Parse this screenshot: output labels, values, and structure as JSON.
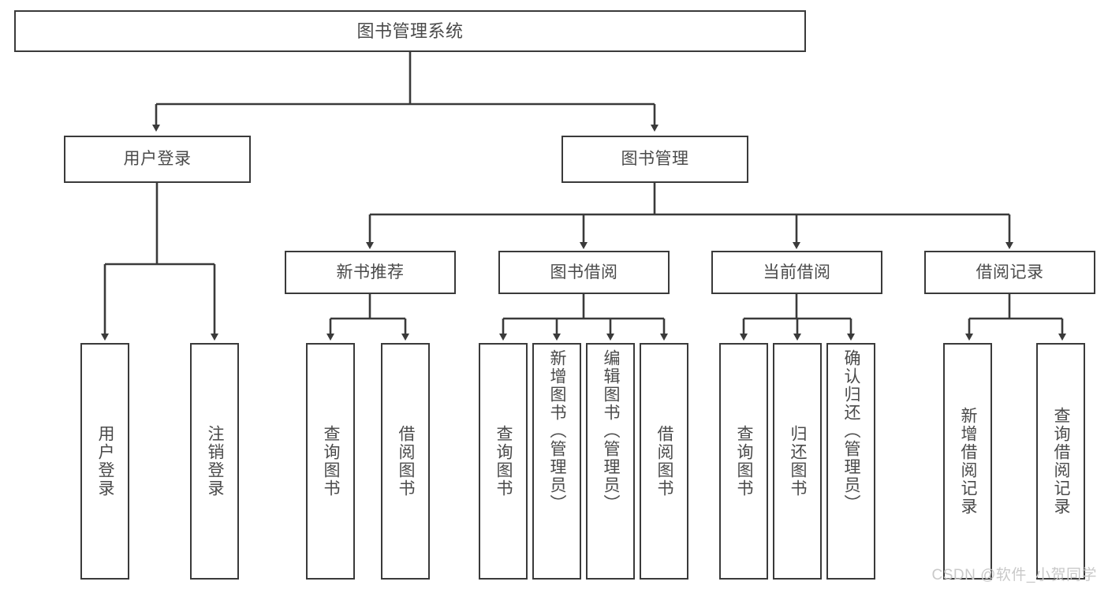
{
  "diagram": {
    "title": "图书管理系统",
    "type": "tree-hierarchy-diagram",
    "watermark": "CSDN @软件_小贺同学",
    "colors": {
      "box_border": "#3a3a3a",
      "box_fill": "#ffffff",
      "text": "#4a4a4a",
      "edge": "#3a3a3a",
      "watermark": "#c9c9c9",
      "background": "#ffffff"
    },
    "root": {
      "label": "图书管理系统"
    },
    "level2": [
      {
        "label": "用户登录"
      },
      {
        "label": "图书管理"
      }
    ],
    "level3": [
      {
        "label": "新书推荐"
      },
      {
        "label": "图书借阅"
      },
      {
        "label": "当前借阅"
      },
      {
        "label": "借阅记录"
      }
    ],
    "leaves": {
      "user_login": [
        {
          "label": "用户登录"
        },
        {
          "label": "注销登录"
        }
      ],
      "new_book_recommend": [
        {
          "label": "查询图书"
        },
        {
          "label": "借阅图书"
        }
      ],
      "book_borrow": [
        {
          "label": "查询图书"
        },
        {
          "label": "新增图书（管理员）"
        },
        {
          "label": "编辑图书（管理员）"
        },
        {
          "label": "借阅图书"
        }
      ],
      "current_borrow": [
        {
          "label": "查询图书"
        },
        {
          "label": "归还图书"
        },
        {
          "label": "确认归还（管理员）"
        }
      ],
      "borrow_record": [
        {
          "label": "新增借阅记录"
        },
        {
          "label": "查询借阅记录"
        }
      ]
    }
  }
}
